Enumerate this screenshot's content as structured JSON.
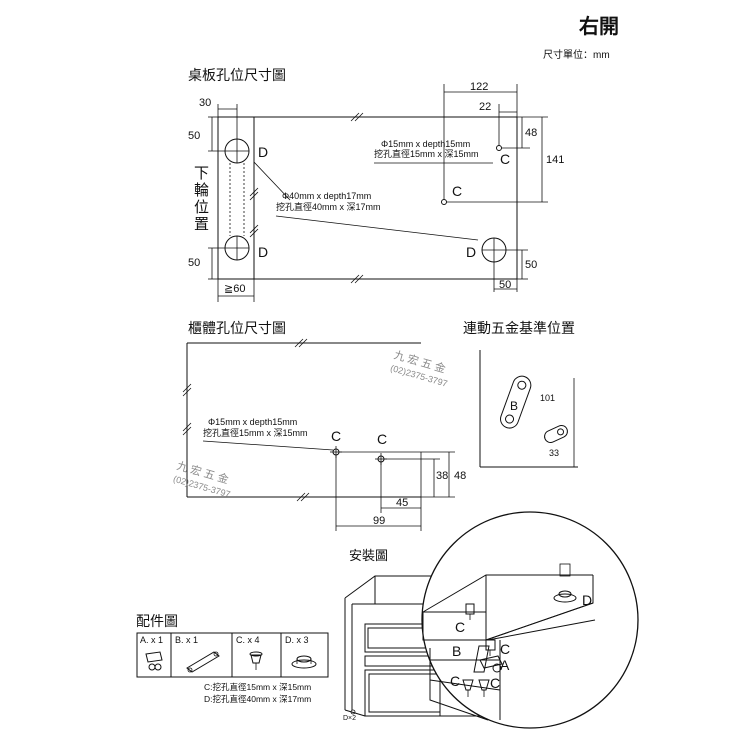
{
  "header": {
    "title": "右開",
    "unit": "尺寸單位：mm"
  },
  "desk": {
    "title": "桌板孔位尺寸圖",
    "side_label": [
      "下",
      "輪",
      "位",
      "置"
    ],
    "dims": {
      "d30": "30",
      "d50_top": "50",
      "d50_bottom": "50",
      "d60": "≧60",
      "d122": "122",
      "d22": "22",
      "d48": "48",
      "d141": "141",
      "d50_right": "50",
      "d50_bottom_right": "50"
    },
    "hole_c_note": [
      "Φ15mm x depth15mm",
      "挖孔直徑15mm x 深15mm"
    ],
    "hole_d_note": [
      "Φ40mm x depth17mm",
      "挖孔直徑40mm x 深17mm"
    ],
    "markers": {
      "d": "D",
      "c": "C"
    }
  },
  "cabinet": {
    "title": "櫃體孔位尺寸圖",
    "hole_note": [
      "Φ15mm x depth15mm",
      "挖孔直徑15mm x 深15mm"
    ],
    "dims": {
      "d38": "38",
      "d48": "48",
      "d45": "45",
      "d99": "99"
    },
    "markers": {
      "c": "C"
    }
  },
  "watermark": {
    "name": "九 宏 五 金",
    "phone": "(02)2375-3797"
  },
  "linkage": {
    "title": "連動五金基準位置",
    "d101": "101",
    "d33": "33",
    "marker_b": "B"
  },
  "install": {
    "title": "安裝圖",
    "markers": {
      "a": "A",
      "b": "B",
      "c": "C",
      "d": "D"
    },
    "small_label": "D×2"
  },
  "parts": {
    "title": "配件圖",
    "items": [
      {
        "label": "A. x 1",
        "icon": "hinge-part-icon"
      },
      {
        "label": "B. x 1",
        "icon": "link-arm-icon"
      },
      {
        "label": "C. x 4",
        "icon": "pin-part-icon"
      },
      {
        "label": "D. x 3",
        "icon": "socket-part-icon"
      }
    ],
    "notes": [
      "C:挖孔直徑15mm x 深15mm",
      "D:挖孔直徑40mm x 深17mm"
    ]
  }
}
